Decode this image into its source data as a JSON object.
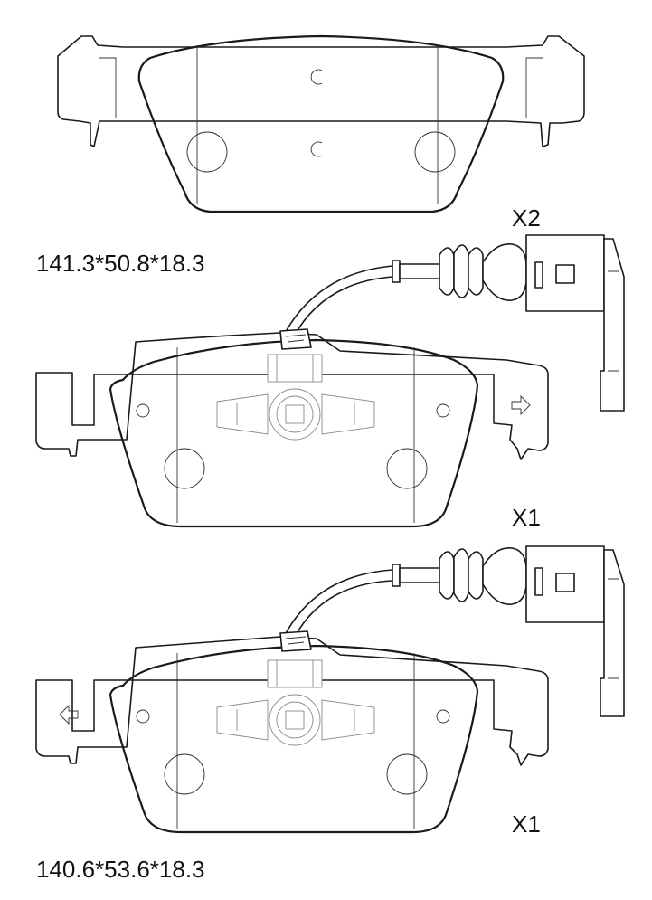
{
  "labels": {
    "dimensions_top": "141.3*50.8*18.3",
    "dimensions_bottom": "140.6*53.6*18.3",
    "quantity_top": "X2",
    "quantity_middle": "X1",
    "quantity_bottom": "X1"
  }
}
